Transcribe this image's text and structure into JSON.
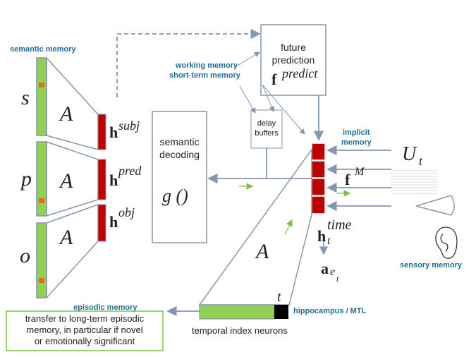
{
  "colors": {
    "green": "#92d050",
    "red": "#c00000",
    "orange": "#e46c0a",
    "gray": "#8497b0",
    "blue_label": "#1f6e96",
    "box_border": "#7f8fa0",
    "green_box": "#7dc142"
  },
  "labels": {
    "semantic_memory": "semantic memory",
    "working_memory": "working memory",
    "short_term_memory": "short-term memory",
    "implicit_memory_1": "implicit",
    "implicit_memory_2": "memory",
    "sensory_memory": "sensory memory",
    "episodic_memory": "episodic memory",
    "hippocampus": "hippocampus",
    "mtl": " / MTL"
  },
  "symbols": {
    "s": "s",
    "p": "p",
    "o": "o",
    "A": "A",
    "h": "h",
    "subj": "subj",
    "pred": "pred",
    "obj": "obj",
    "time_sup": "time",
    "time_sub": "t",
    "a": "a",
    "a_sub": "e",
    "a_subsub": "t",
    "U": "U",
    "U_sub": "t",
    "f_bold": "f",
    "f_M_sup": "M",
    "f_predict_sup": "predict",
    "t_marker": "t",
    "g": "g ()"
  },
  "boxes": {
    "future_line1": "future",
    "future_line2": "prediction",
    "semantic_decoding_1": "semantic",
    "semantic_decoding_2": "decoding",
    "delay_1": "delay",
    "delay_2": "buffers",
    "transfer_1": "transfer to long-term episodic",
    "transfer_2": "memory, in particular if novel",
    "transfer_3": "or emotionally significant",
    "temporal_index": "temporal index neurons"
  },
  "icons": [
    "eye-icon",
    "ear-icon"
  ]
}
